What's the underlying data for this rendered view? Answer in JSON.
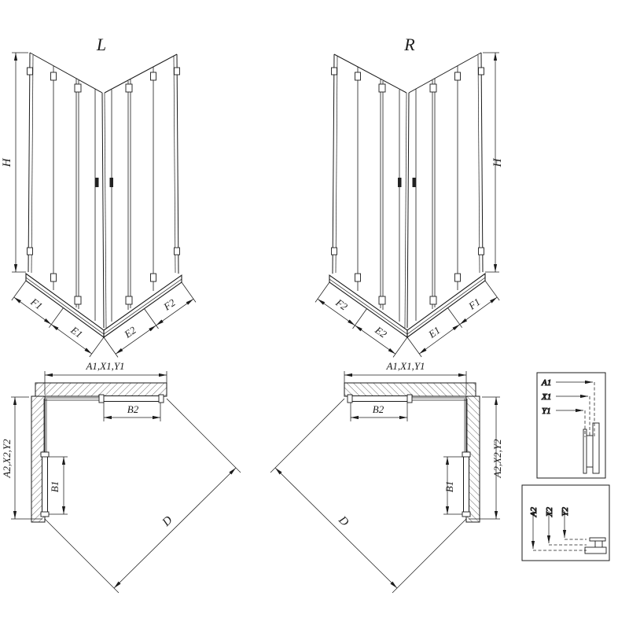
{
  "views": {
    "left3d": {
      "label": "L",
      "h": "H",
      "f1": "F1",
      "e1": "E1",
      "e2": "E2",
      "f2": "F2"
    },
    "right3d": {
      "label": "R",
      "h": "H",
      "f1": "F1",
      "e1": "E1",
      "e2": "E2",
      "f2": "F2"
    },
    "leftPlan": {
      "top": "A1,X1,Y1",
      "side": "A2,X2,Y2",
      "b1": "B1",
      "b2": "B2",
      "d": "D"
    },
    "rightPlan": {
      "top": "A1,X1,Y1",
      "side": "A2,X2,Y2",
      "b1": "B1",
      "b2": "B2",
      "d": "D"
    },
    "detailTop": {
      "a1": "A1",
      "x1": "X1",
      "y1": "Y1"
    },
    "detailBottom": {
      "a2": "A2",
      "x2": "X2",
      "y2": "Y2"
    }
  },
  "colors": {
    "line": "#1b1b1b",
    "background": "#ffffff"
  }
}
